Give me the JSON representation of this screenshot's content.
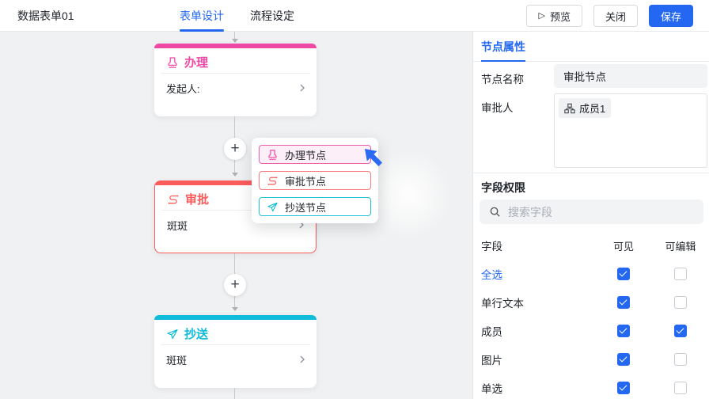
{
  "header": {
    "title": "数据表单01",
    "tabs": [
      {
        "label": "表单设计"
      },
      {
        "label": "流程设定"
      }
    ],
    "preview_label": "预览",
    "close_label": "关闭",
    "save_label": "保存"
  },
  "colors": {
    "accent_blue": "#2468f2",
    "node_pink": "#ee4aa5",
    "node_red": "#fb5b5b",
    "node_cyan": "#10bcd9"
  },
  "canvas": {
    "nodes": [
      {
        "title": "办理",
        "body": "发起人:"
      },
      {
        "title": "审批",
        "body": "斑斑"
      },
      {
        "title": "抄送",
        "body": "斑斑"
      }
    ],
    "popup_items": [
      {
        "label": "办理节点"
      },
      {
        "label": "审批节点"
      },
      {
        "label": "抄送节点"
      }
    ]
  },
  "panel": {
    "tab": "节点属性",
    "node_name_label": "节点名称",
    "node_name_value": "审批节点",
    "approver_label": "审批人",
    "approver_tag": "成员1",
    "field_perm_title": "字段权限",
    "search_placeholder": "搜索字段",
    "table": {
      "headers": [
        "字段",
        "可见",
        "可编辑"
      ],
      "rows": [
        {
          "label": "全选",
          "visible": true,
          "editable": false
        },
        {
          "label": "单行文本",
          "visible": true,
          "editable": false
        },
        {
          "label": "成员",
          "visible": true,
          "editable": true
        },
        {
          "label": "图片",
          "visible": true,
          "editable": false
        },
        {
          "label": "单选",
          "visible": true,
          "editable": false
        }
      ]
    }
  }
}
